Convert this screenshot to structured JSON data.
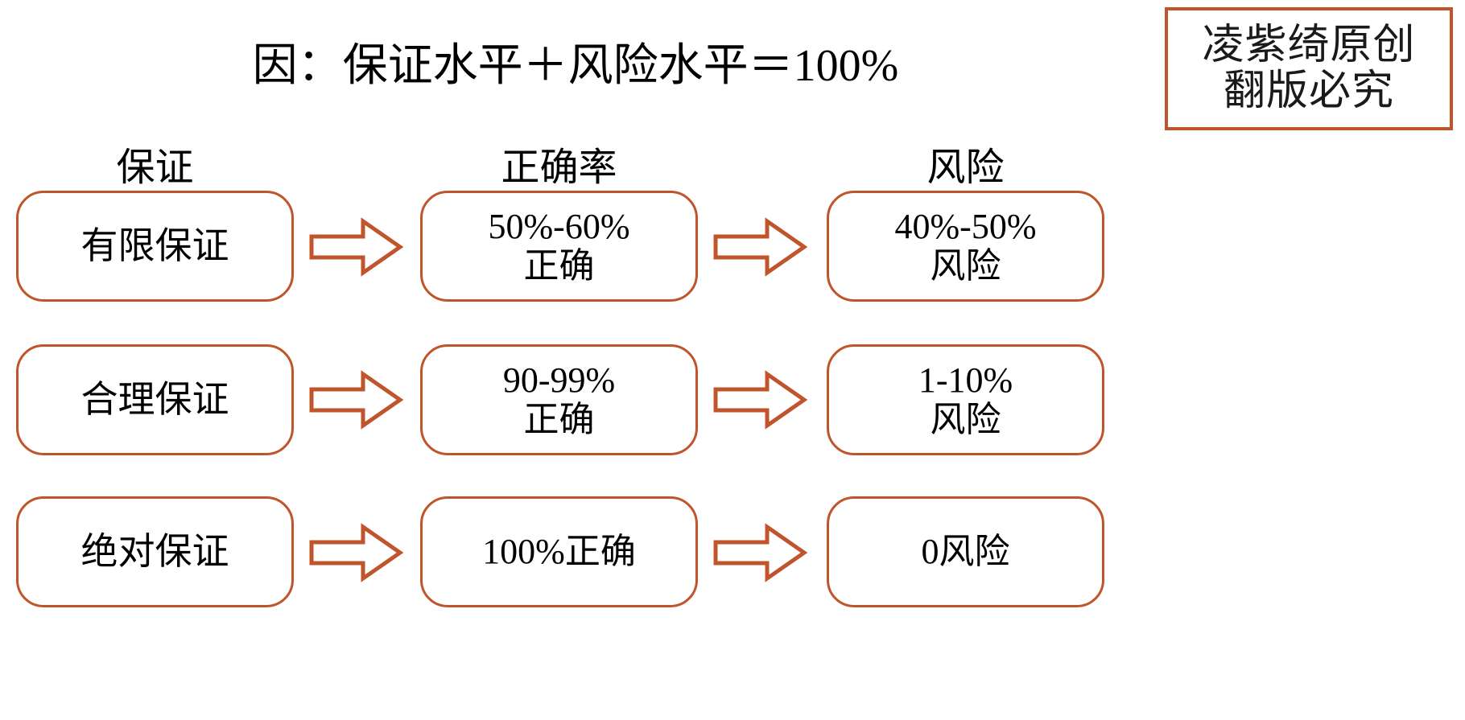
{
  "title": "因：保证水平＋风险水平＝100%",
  "watermark": {
    "line1": "凌紫绮原创",
    "line2": "翻版必究",
    "border_color": "#C0542B"
  },
  "colors": {
    "box_border": "#C0542B",
    "arrow_stroke": "#C0542B",
    "text": "#000000",
    "background": "#FFFFFF"
  },
  "headers": [
    {
      "label": "保证"
    },
    {
      "label": "正确率"
    },
    {
      "label": "风险"
    }
  ],
  "rows": [
    {
      "assurance": "有限保证",
      "accuracy": "50%-60%\n正确",
      "risk": "40%-50%\n风险",
      "arrow1": "right-block-arrow-icon",
      "arrow2": "right-block-arrow-icon"
    },
    {
      "assurance": "合理保证",
      "accuracy": "90-99%\n正确",
      "risk": "1-10%\n风险",
      "arrow1": "right-block-arrow-icon",
      "arrow2": "right-block-arrow-icon"
    },
    {
      "assurance": "绝对保证",
      "accuracy": "100%正确",
      "risk": "0风险",
      "arrow1": "right-block-arrow-icon",
      "arrow2": "right-block-arrow-icon"
    }
  ]
}
